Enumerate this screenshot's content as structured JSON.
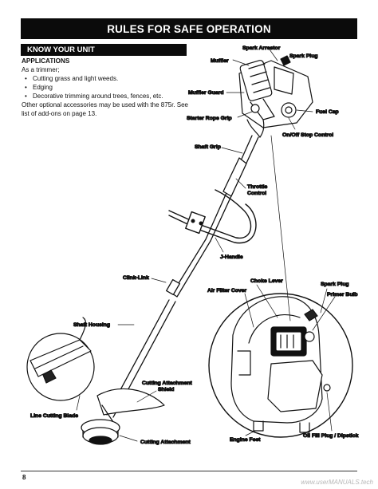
{
  "banner_title": "RULES FOR SAFE OPERATION",
  "section_title": "KNOW YOUR UNIT",
  "intro": {
    "heading": "APPLICATIONS",
    "lead": "As a trimmer;",
    "bullets": [
      "Cutting grass and light weeds.",
      "Edging",
      "Decorative trimming around trees, fences, etc."
    ],
    "note": "Other optional accessories may be used with the 875r. See list of add-ons on page 13."
  },
  "labels": {
    "spark_arrestor": "Spark Arrestor",
    "muffler": "Muffler",
    "spark_plug_top": "Spark Plug",
    "muffler_guard": "Muffler Guard",
    "fuel_cap": "Fuel Cap",
    "starter_rope_grip": "Starter Rope Grip",
    "on_off_stop_control": "On/Off Stop Control",
    "shaft_grip": "Shaft Grip",
    "throttle_control_1": "Throttle",
    "throttle_control_2": "Control",
    "j_handle": "J-Handle",
    "clink_link": "Clink-Link",
    "choke_lever": "Choke Lever",
    "air_filter_cover": "Air Filter Cover",
    "spark_plug_detail": "Spark Plug",
    "primer_bulb": "Primer Bulb",
    "shaft_housing": "Shaft Housing",
    "cutting_attachment_shield_1": "Cutting Attachment",
    "cutting_attachment_shield_2": "Shield",
    "line_cutting_blade": "Line Cutting Blade",
    "cutting_attachment": "Cutting Attachment",
    "engine_feet": "Engine Feet",
    "oil_fill_plug": "Oil Fill Plug / Dipstick"
  },
  "page_number": "8",
  "watermark": "www.userMANUALS.tech"
}
